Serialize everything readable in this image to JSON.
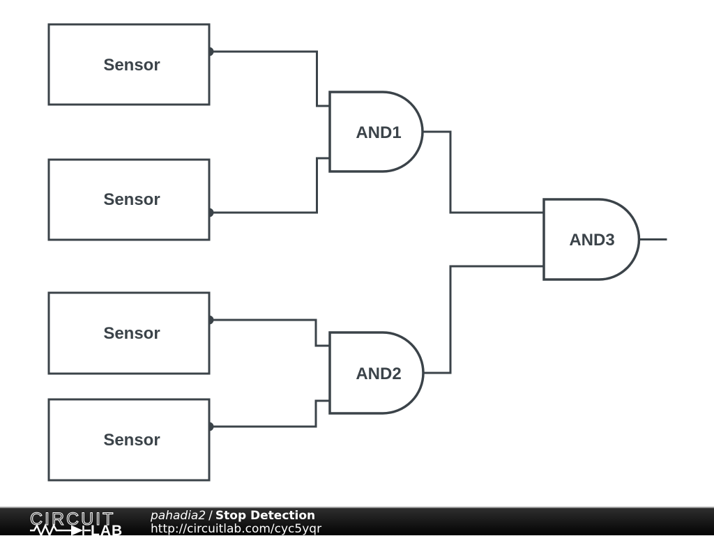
{
  "schematic": {
    "line_color": "#3b4349",
    "background_color": "#ffffff",
    "sensors": [
      {
        "label": "Sensor"
      },
      {
        "label": "Sensor"
      },
      {
        "label": "Sensor"
      },
      {
        "label": "Sensor"
      }
    ],
    "gates": [
      {
        "label": "AND1"
      },
      {
        "label": "AND2"
      },
      {
        "label": "AND3"
      }
    ]
  },
  "footer": {
    "bar_color": "#141414",
    "logo": {
      "word_top": "CIRCUIT",
      "word_bottom": "LAB"
    },
    "author": "pahadia2",
    "separator": "/",
    "project_title": "Stop Detection",
    "url": "http://circuitlab.com/cyc5yqr"
  }
}
